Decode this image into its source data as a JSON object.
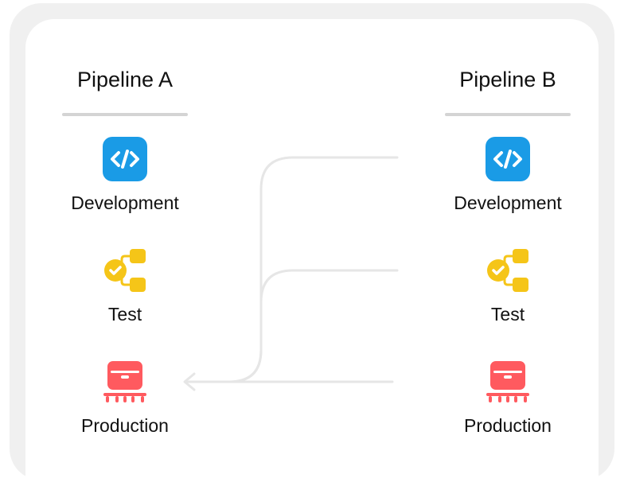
{
  "pipelines": [
    {
      "title": "Pipeline A",
      "stages": [
        {
          "label": "Development",
          "icon": "code-icon",
          "color": "#1a9be6"
        },
        {
          "label": "Test",
          "icon": "test-checklist-icon",
          "color": "#f5c518"
        },
        {
          "label": "Production",
          "icon": "robot-server-icon",
          "color": "#ff5a5f"
        }
      ]
    },
    {
      "title": "Pipeline B",
      "stages": [
        {
          "label": "Development",
          "icon": "code-icon",
          "color": "#1a9be6"
        },
        {
          "label": "Test",
          "icon": "test-checklist-icon",
          "color": "#f5c518"
        },
        {
          "label": "Production",
          "icon": "robot-server-icon",
          "color": "#ff5a5f"
        }
      ]
    }
  ],
  "connector_color": "#e6e6e6"
}
